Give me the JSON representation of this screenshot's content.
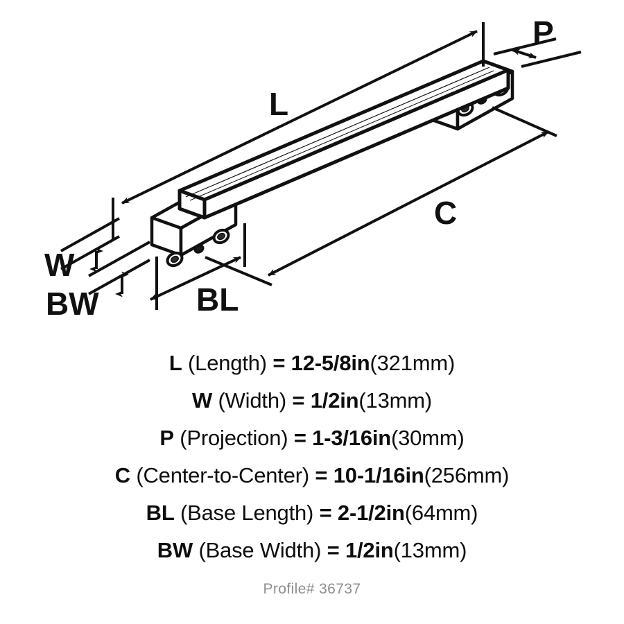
{
  "drawing": {
    "alt": "Isometric line drawing of a cabinet bar pull with two mounting bases",
    "labels": {
      "length": "L",
      "width": "W",
      "projection": "P",
      "center_to_center": "C",
      "base_length": "BL",
      "base_width": "BW"
    },
    "line_color": "#111111",
    "fill_color": "#ffffff"
  },
  "specs": [
    {
      "symbol": "L",
      "name": "(Length)",
      "equals": "=",
      "value_in": "12-5/8in",
      "value_mm": "(321mm)"
    },
    {
      "symbol": "W",
      "name": "(Width)",
      "equals": "=",
      "value_in": "1/2in",
      "value_mm": "(13mm)"
    },
    {
      "symbol": "P",
      "name": "(Projection)",
      "equals": "=",
      "value_in": "1-3/16in",
      "value_mm": "(30mm)"
    },
    {
      "symbol": "C",
      "name": "(Center-to-Center)",
      "equals": "=",
      "value_in": "10-1/16in",
      "value_mm": "(256mm)"
    },
    {
      "symbol": "BL",
      "name": "(Base Length)",
      "equals": "=",
      "value_in": "2-1/2in",
      "value_mm": "(64mm)"
    },
    {
      "symbol": "BW",
      "name": "(Base Width)",
      "equals": "=",
      "value_in": "1/2in",
      "value_mm": "(13mm)"
    }
  ],
  "footer": {
    "profile_number": "Profile# 36737",
    "color": "#8d8d8d"
  }
}
